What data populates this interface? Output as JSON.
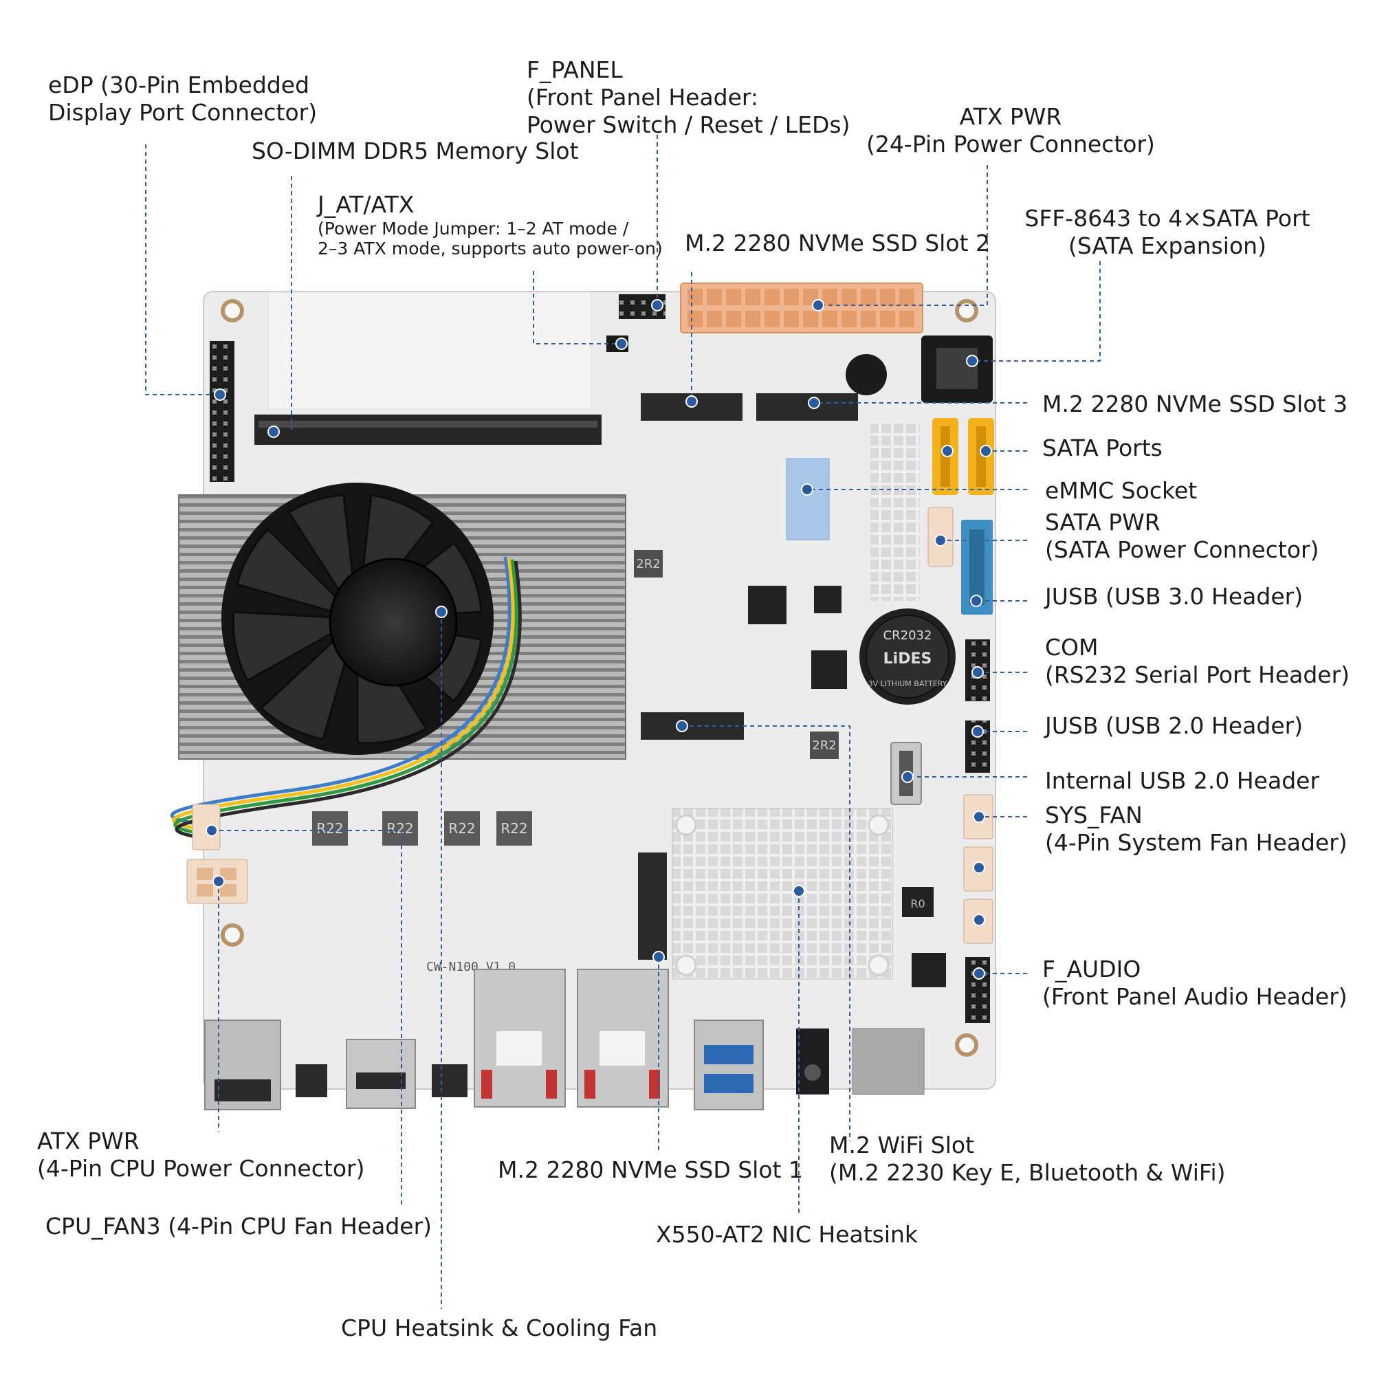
{
  "colors": {
    "leader": "#2f5f9e",
    "dot": "#2a5aa0",
    "board": "#ececec",
    "heatsink": "#9a9a9a",
    "fan": "#2a2a2a",
    "connector_orange": "#f0b58e",
    "sata_yellow": "#f3b21b",
    "usb3_blue": "#3f8fc4",
    "emmc_blue": "#a9c6e8"
  },
  "labels": {
    "edp": {
      "title": "eDP (30-Pin Embedded",
      "sub": "Display Port Connector)"
    },
    "sodimm": {
      "title": "SO-DIMM DDR5 Memory Slot"
    },
    "jat": {
      "title": "J_AT/ATX",
      "sub1": "(Power Mode Jumper: 1–2 AT mode /",
      "sub2": "2–3 ATX mode, supports auto power-on)"
    },
    "fpanel": {
      "title": "F_PANEL",
      "sub1": "(Front Panel Header:",
      "sub2": "Power Switch / Reset / LEDs)"
    },
    "atx24": {
      "title": "ATX PWR",
      "sub": "(24-Pin Power Connector)"
    },
    "sff": {
      "title": "SFF-8643 to 4×SATA Port",
      "sub": "(SATA Expansion)"
    },
    "m2slot2": {
      "title": "M.2 2280 NVMe SSD Slot 2"
    },
    "m2slot3": {
      "title": "M.2 2280 NVMe SSD Slot 3"
    },
    "sata": {
      "title": "SATA Ports"
    },
    "emmc": {
      "title": "eMMC Socket"
    },
    "satapwr": {
      "title": "SATA PWR",
      "sub": "(SATA Power Connector)"
    },
    "jusb3": {
      "title": "JUSB (USB 3.0 Header)"
    },
    "com": {
      "title": "COM",
      "sub": "(RS232 Serial Port Header)"
    },
    "jusb2": {
      "title": "JUSB (USB 2.0 Header)"
    },
    "intusb": {
      "title": "Internal USB 2.0 Header"
    },
    "sysfan": {
      "title": "SYS_FAN",
      "sub": "(4-Pin System Fan Header)"
    },
    "faudio": {
      "title": "F_AUDIO",
      "sub": "(Front Panel Audio Header)"
    },
    "atx4": {
      "title": "ATX PWR",
      "sub": "(4-Pin CPU Power Connector)"
    },
    "m2slot1": {
      "title": "M.2 2280 NVMe SSD Slot 1"
    },
    "wifi": {
      "title": "M.2 WiFi Slot",
      "sub": "(M.2 2230 Key E, Bluetooth & WiFi)"
    },
    "cpufan": {
      "title": "CPU_FAN3 (4-Pin CPU Fan Header)"
    },
    "nic": {
      "title": "X550-AT2 NIC Heatsink"
    },
    "cpuhs": {
      "title": "CPU Heatsink & Cooling Fan"
    }
  },
  "board_marks": {
    "battery_model": "CR2032",
    "battery_brand": "LiDES",
    "battery_type": "3V LITHIUM BATTERY",
    "inductor": "2R2",
    "vrm_choke": "R22",
    "board_model": "CW-N100 V1.0",
    "chip": "R0"
  }
}
